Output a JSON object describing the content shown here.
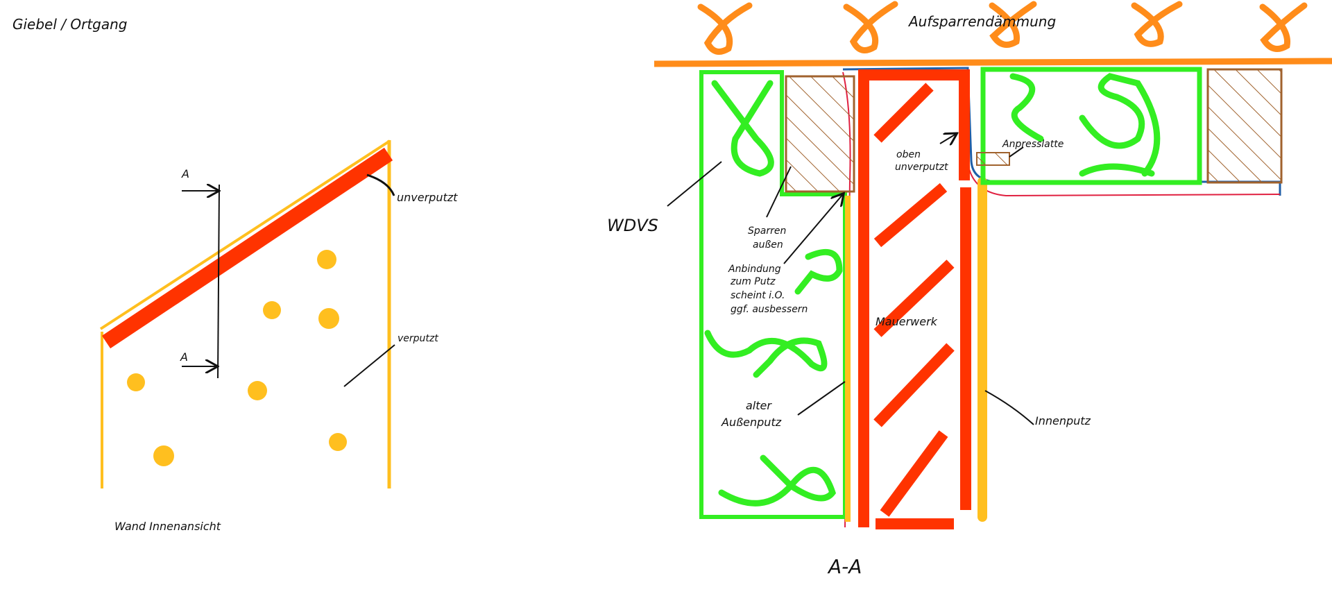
{
  "title": "Giebel / Ortgang",
  "colors": {
    "unplastered": "#ff3300",
    "plaster": "#ffbf1f",
    "insulation": "#33ee22",
    "rafter": "#a0622d",
    "roof_insulation": "#ff8c1a",
    "membrane_blue": "#1f5fa8",
    "membrane_red": "#e02040"
  },
  "left_view": {
    "caption": "Wand Innenansicht",
    "section_mark_top": "A",
    "section_mark_bottom": "A",
    "label_unplastered": "unverputzt",
    "label_plastered": "verputzt"
  },
  "section": {
    "caption": "A-A",
    "roof_insulation": "Aufsparrendämmung",
    "wdvs": "WDVS",
    "rafter_outside": [
      "Sparren",
      "außen"
    ],
    "connection_note": [
      "Anbindung",
      "zum Putz",
      "scheint i.O.",
      "ggf. ausbessern"
    ],
    "top_unplastered": [
      "oben",
      "unverputzt"
    ],
    "pressure_batten": "Anpresslatte",
    "masonry": "Mauerwerk",
    "old_exterior_plaster": [
      "alter",
      "Außenputz"
    ],
    "interior_plaster": "Innenputz"
  }
}
